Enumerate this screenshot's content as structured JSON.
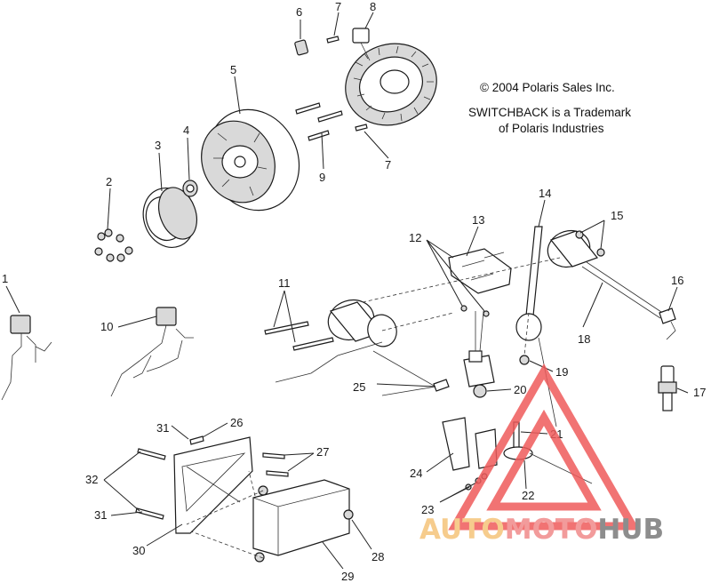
{
  "notes": {
    "copyright": "© 2004 Polaris Sales Inc.",
    "trademark_line1": "SWITCHBACK is a Trademark",
    "trademark_line2": "of Polaris Industries"
  },
  "callouts": {
    "c1": "1",
    "c2": "2",
    "c3": "3",
    "c4": "4",
    "c5": "5",
    "c6": "6",
    "c7a": "7",
    "c7b": "7",
    "c8": "8",
    "c9": "9",
    "c10": "10",
    "c11": "11",
    "c12": "12",
    "c13": "13",
    "c14": "14",
    "c15": "15",
    "c16": "16",
    "c17": "17",
    "c18": "18",
    "c19": "19",
    "c20": "20",
    "c21": "21",
    "c22": "22",
    "c23": "23",
    "c24": "24",
    "c25": "25",
    "c26": "26",
    "c27": "27",
    "c28": "28",
    "c29": "29",
    "c30": "30",
    "c31a": "31",
    "c31b": "31",
    "c32": "32"
  },
  "watermark": {
    "part1": "AUTO",
    "part2": "MOTO",
    "part3": "HUB",
    "color_auto": "#f5c47a",
    "color_moto": "#f08a8a",
    "color_hub": "#7a7a7a",
    "triangle_color": "#ef5b5b"
  }
}
